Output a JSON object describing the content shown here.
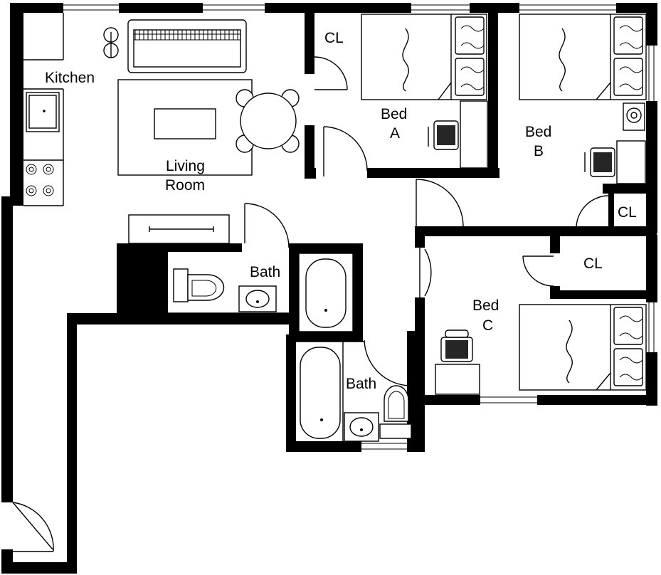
{
  "rooms": {
    "kitchen": "Kitchen",
    "living_line1": "Living",
    "living_line2": "Room",
    "bed_a_line1": "Bed",
    "bed_a_line2": "A",
    "bed_b_line1": "Bed",
    "bed_b_line2": "B",
    "bed_c_line1": "Bed",
    "bed_c_line2": "C",
    "bath_upper": "Bath",
    "bath_lower": "Bath",
    "closet_a": "CL",
    "closet_b": "CL",
    "closet_c": "CL"
  },
  "colors": {
    "wall": "#000000",
    "background": "#ffffff"
  }
}
